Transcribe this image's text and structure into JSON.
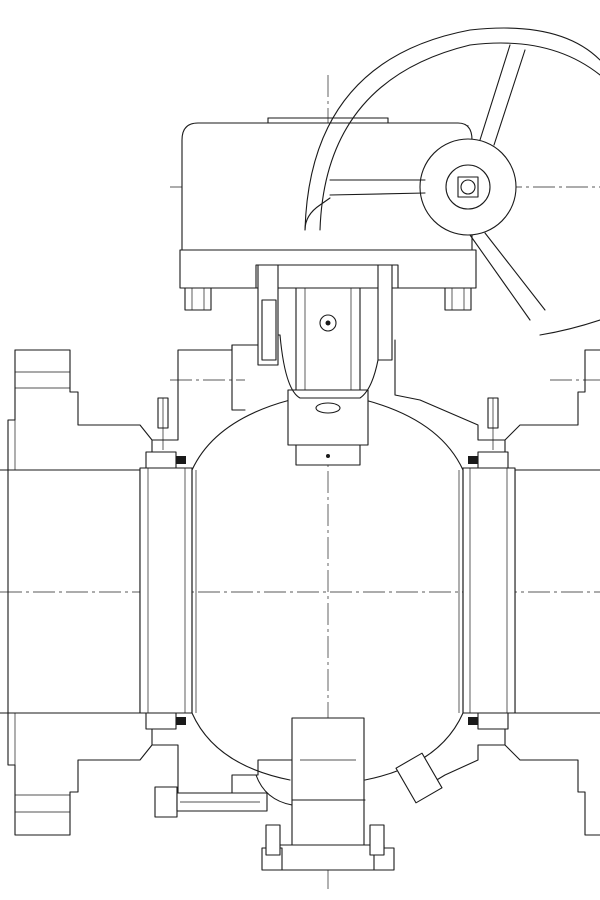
{
  "drawing": {
    "stroke_color": "#1a1a1a",
    "background": "#ffffff",
    "components": [
      "handwheel",
      "gear-operator",
      "stem",
      "ball",
      "left-end-flange",
      "right-end-flange",
      "left-seat-ring",
      "right-seat-ring",
      "trunnion",
      "drain-plug",
      "injection-fittings",
      "body-bolts"
    ]
  }
}
